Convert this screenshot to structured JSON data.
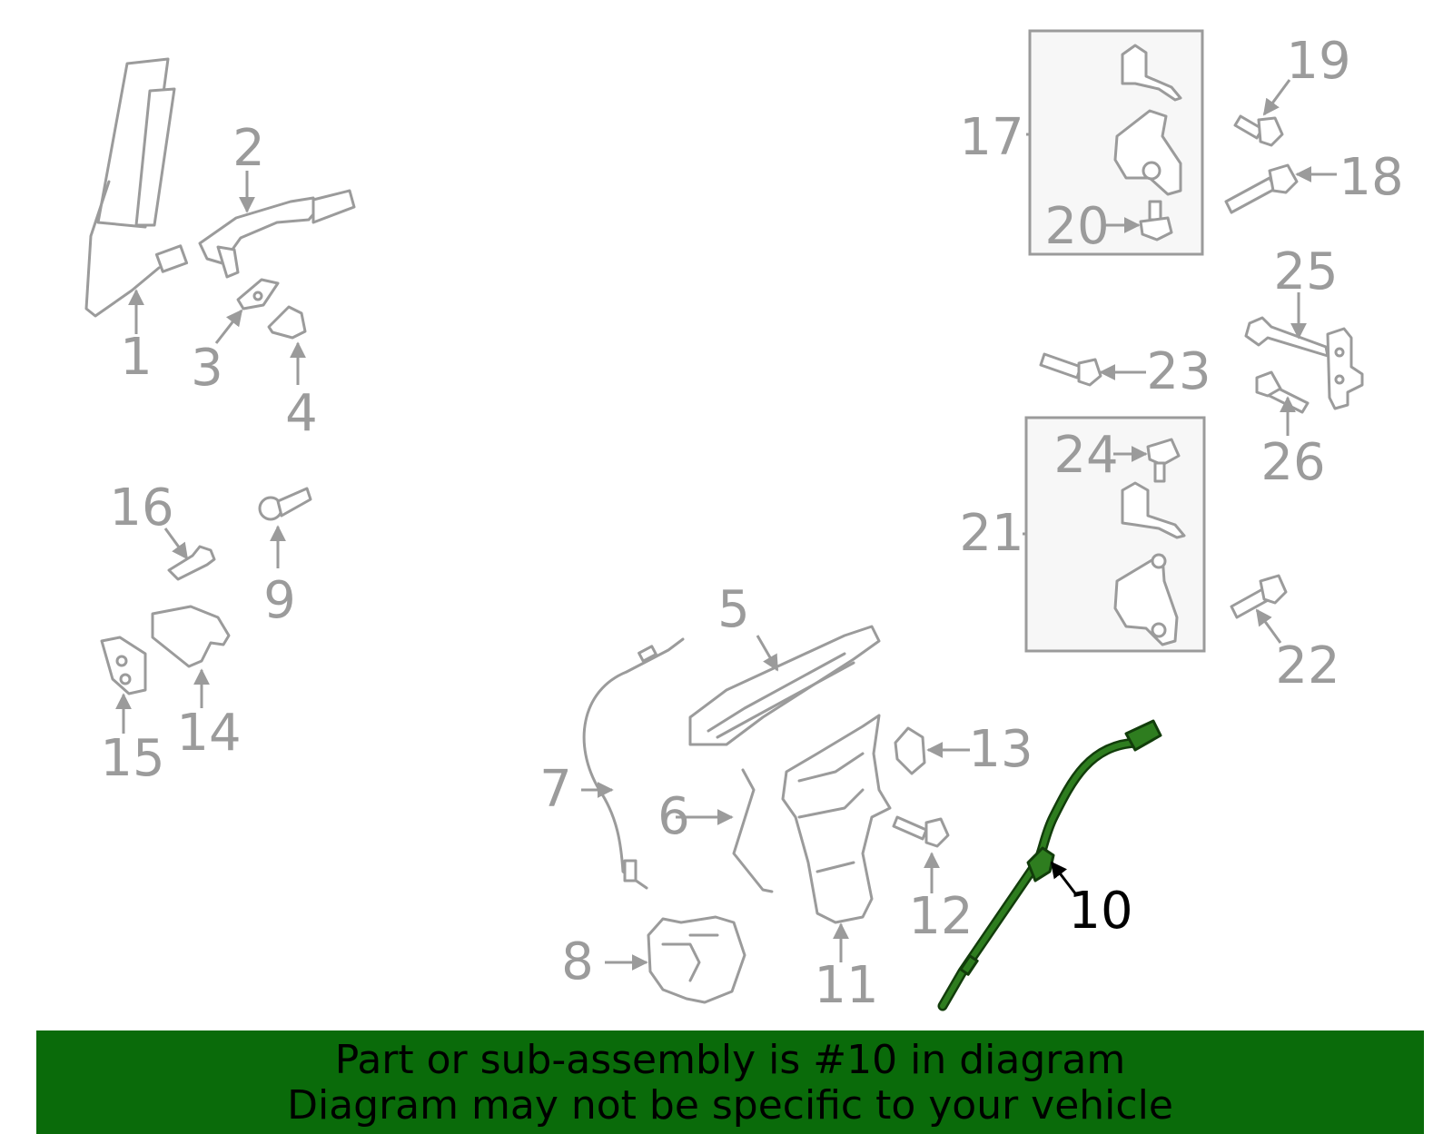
{
  "diagram": {
    "highlight_color": "#2e7d1f",
    "part_color": "#9b9b9b",
    "highlighted_part": "10",
    "callouts": [
      "1",
      "2",
      "3",
      "4",
      "5",
      "6",
      "7",
      "8",
      "9",
      "10",
      "11",
      "12",
      "13",
      "14",
      "15",
      "16",
      "17",
      "18",
      "19",
      "20",
      "21",
      "22",
      "23",
      "24",
      "25",
      "26"
    ]
  },
  "banner": {
    "line1": "Part or sub-assembly is #10 in diagram",
    "line2": "Diagram may not be specific to your vehicle",
    "background": "#0a6b0a"
  }
}
